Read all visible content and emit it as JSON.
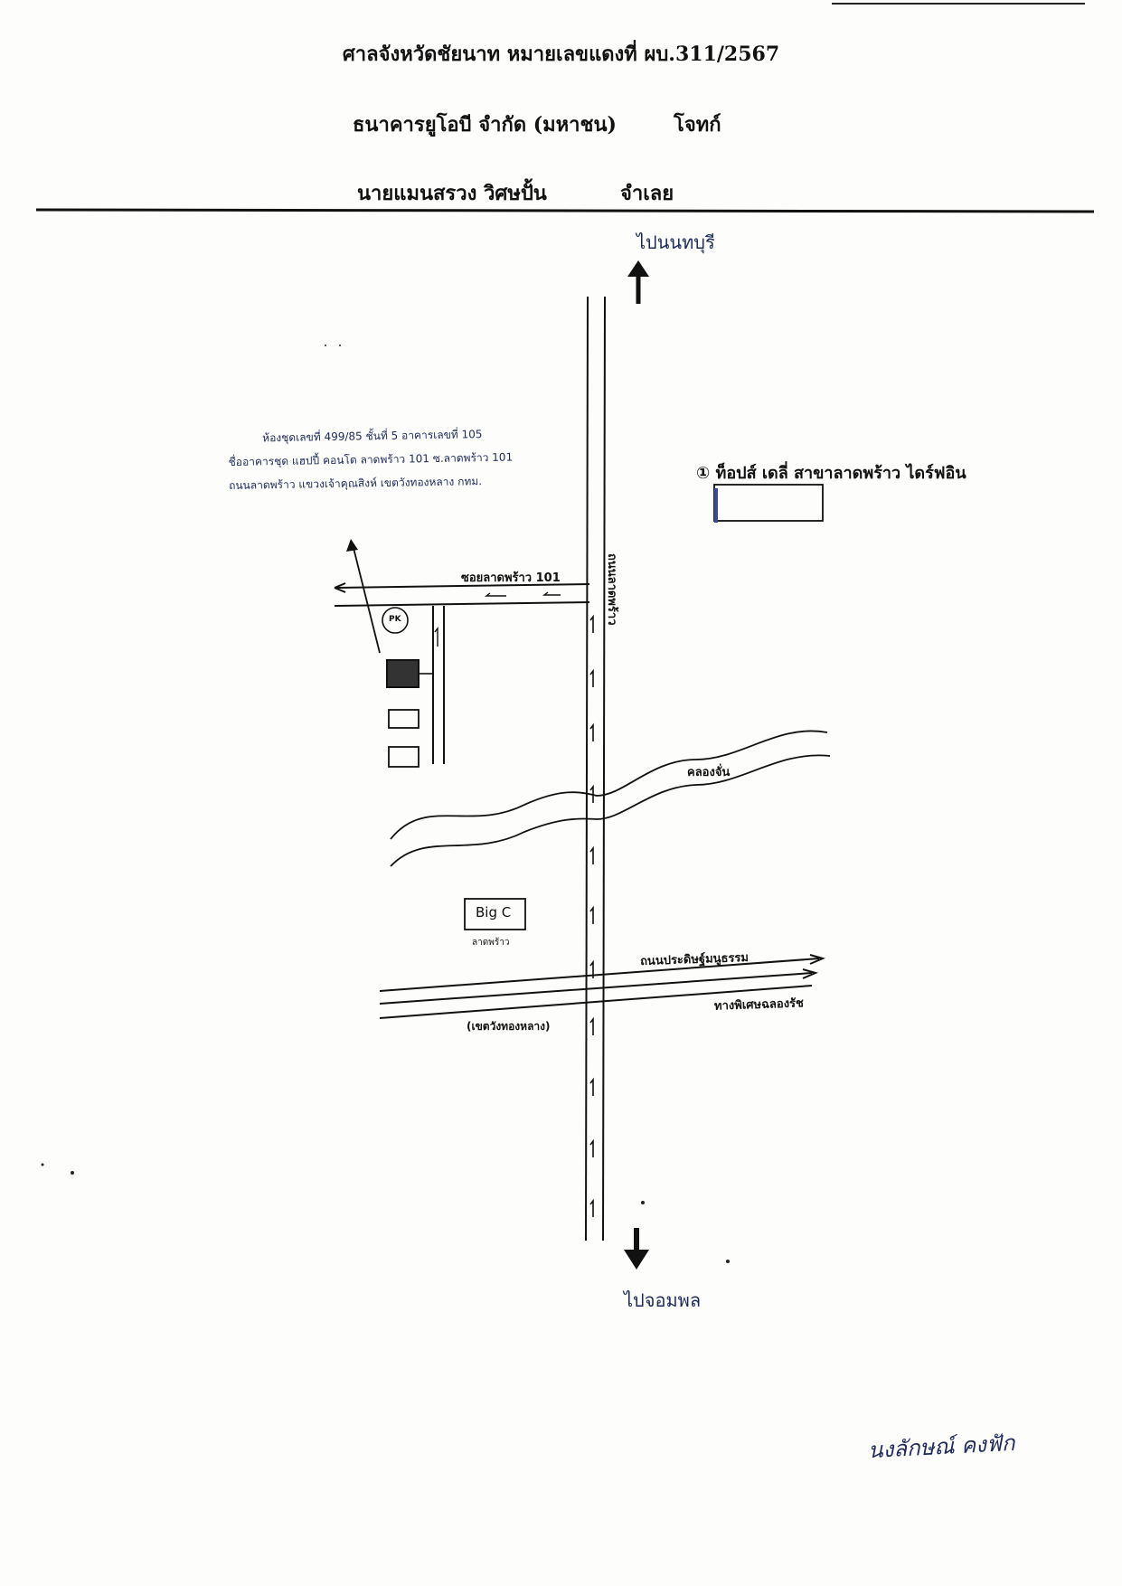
{
  "header": {
    "court_line": "ศาลจังหวัดชัยนาท หมายเลขแดงที่ ผบ.311/2567",
    "plaintiff": "ธนาคารยูโอบี จำกัด (มหาชน)",
    "plaintiff_role": "โจทก์",
    "defendant": "นายแมนสรวง วิศษปั้น",
    "defendant_role": "จำเลย"
  },
  "map": {
    "north_label": "ไปนนทบุรี",
    "south_label": "ไปจอมพล",
    "property_note": [
      "ห้องชุดเลขที่ 499/85 ชั้นที่ 5 อาคารเลขที่ 105",
      "ชื่ออาคารชุด แฮปปี้ คอนโด ลาดพร้าว 101 ซ.ลาดพร้าว 101",
      "ถนนลาดพร้าว แขวงเจ้าคุณสิงห์ เขตวังทองหลาง กทม."
    ],
    "landmark_note": "① ท็อปส์ เดลี่ สาขาลาดพร้าว ไดร์ฟอิน",
    "soi_label": "ซอยลาดพร้าว 101",
    "main_road_label": "ถนนลาดพร้าว",
    "canal_label": "คลองจั่น",
    "pk_label": "PK",
    "bigc_label": "Big C",
    "bigc_sub": "ลาดพร้าว",
    "cross_road_label": "ถนนประดิษฐ์มนูธรรม",
    "expressway_label": "ทางพิเศษฉลองรัช",
    "district_label": "(เขตวังทองหลาง)"
  },
  "signature": "นงลักษณ์ คงฟัก",
  "colors": {
    "ink": "#111111",
    "pen": "#1e2a5a",
    "marker": "#3d4a9a"
  }
}
